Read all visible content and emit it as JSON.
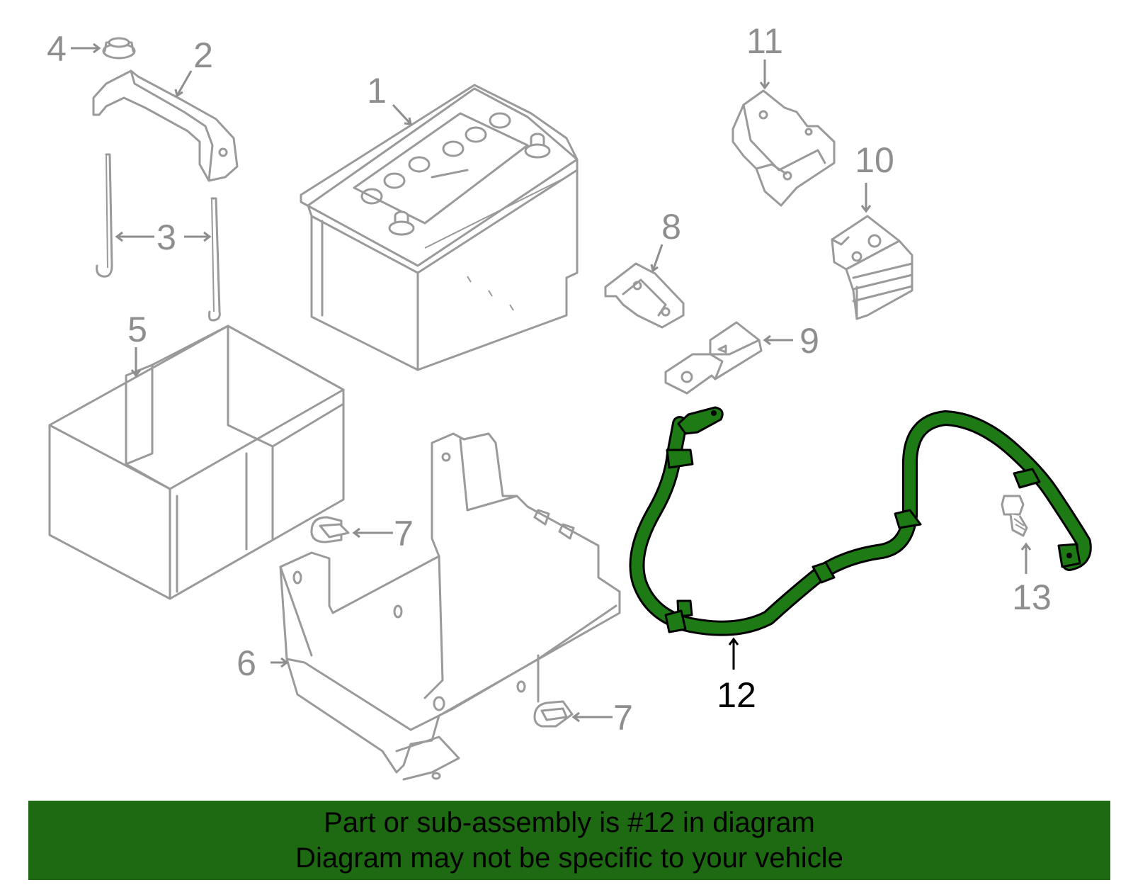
{
  "callouts": {
    "c1": "1",
    "c2": "2",
    "c3": "3",
    "c4": "4",
    "c5": "5",
    "c6": "6",
    "c7a": "7",
    "c7b": "7",
    "c8": "8",
    "c9": "9",
    "c10": "10",
    "c11": "11",
    "c12": "12",
    "c13": "13"
  },
  "highlight_part": "12",
  "colors": {
    "highlight": "#1e7a14",
    "banner": "#1e6a12",
    "parts": "#9a9a9a"
  },
  "banner": {
    "line1": "Part or sub-assembly is #12 in diagram",
    "line2": "Diagram may not be specific to your vehicle"
  }
}
